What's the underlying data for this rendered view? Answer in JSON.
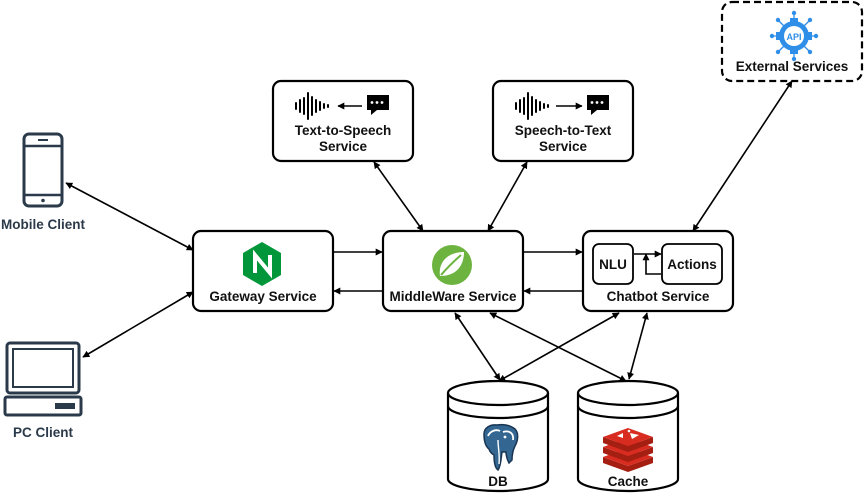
{
  "nodes": {
    "mobile_client": {
      "label": "Mobile Client",
      "icon": "smartphone-icon"
    },
    "pc_client": {
      "label": "PC Client",
      "icon": "desktop-computer-icon"
    },
    "gateway": {
      "label": "Gateway Service",
      "icon": "nginx-logo-icon",
      "icon_color": "#009639"
    },
    "middleware": {
      "label": "MiddleWare Service",
      "icon": "spring-logo-icon",
      "icon_color": "#6db33f"
    },
    "chatbot": {
      "label": "Chatbot Service",
      "nlu_label": "NLU",
      "actions_label": "Actions"
    },
    "tts": {
      "label_line1": "Text-to-Speech",
      "label_line2": "Service",
      "icon": "audio-wave-and-chat-icon"
    },
    "stt": {
      "label_line1": "Speech-to-Text",
      "label_line2": "Service",
      "icon": "audio-wave-and-chat-icon"
    },
    "external": {
      "label": "External Services",
      "icon": "api-gear-icon",
      "icon_color": "#2f8fe8",
      "border": "dashed"
    },
    "db": {
      "label": "DB",
      "icon": "postgresql-elephant-icon",
      "icon_color": "#336791"
    },
    "cache": {
      "label": "Cache",
      "icon": "redis-logo-icon",
      "icon_color": "#d82c20"
    }
  },
  "edges": [
    {
      "from": "mobile_client",
      "to": "gateway",
      "arrows": "both"
    },
    {
      "from": "pc_client",
      "to": "gateway",
      "arrows": "both"
    },
    {
      "from": "gateway",
      "to": "middleware",
      "arrows": "forward"
    },
    {
      "from": "middleware",
      "to": "gateway",
      "arrows": "forward"
    },
    {
      "from": "middleware",
      "to": "chatbot",
      "arrows": "forward"
    },
    {
      "from": "chatbot",
      "to": "middleware",
      "arrows": "forward"
    },
    {
      "from": "tts",
      "to": "middleware",
      "arrows": "both"
    },
    {
      "from": "stt",
      "to": "middleware",
      "arrows": "both"
    },
    {
      "from": "chatbot",
      "to": "external",
      "arrows": "both"
    },
    {
      "from": "nlu",
      "to": "actions",
      "arrows": "forward"
    },
    {
      "from": "actions",
      "to": "nlu",
      "arrows": "forward"
    },
    {
      "from": "middleware",
      "to": "db",
      "arrows": "both"
    },
    {
      "from": "middleware",
      "to": "cache",
      "arrows": "both"
    },
    {
      "from": "chatbot",
      "to": "db",
      "arrows": "both"
    },
    {
      "from": "chatbot",
      "to": "cache",
      "arrows": "both"
    }
  ]
}
